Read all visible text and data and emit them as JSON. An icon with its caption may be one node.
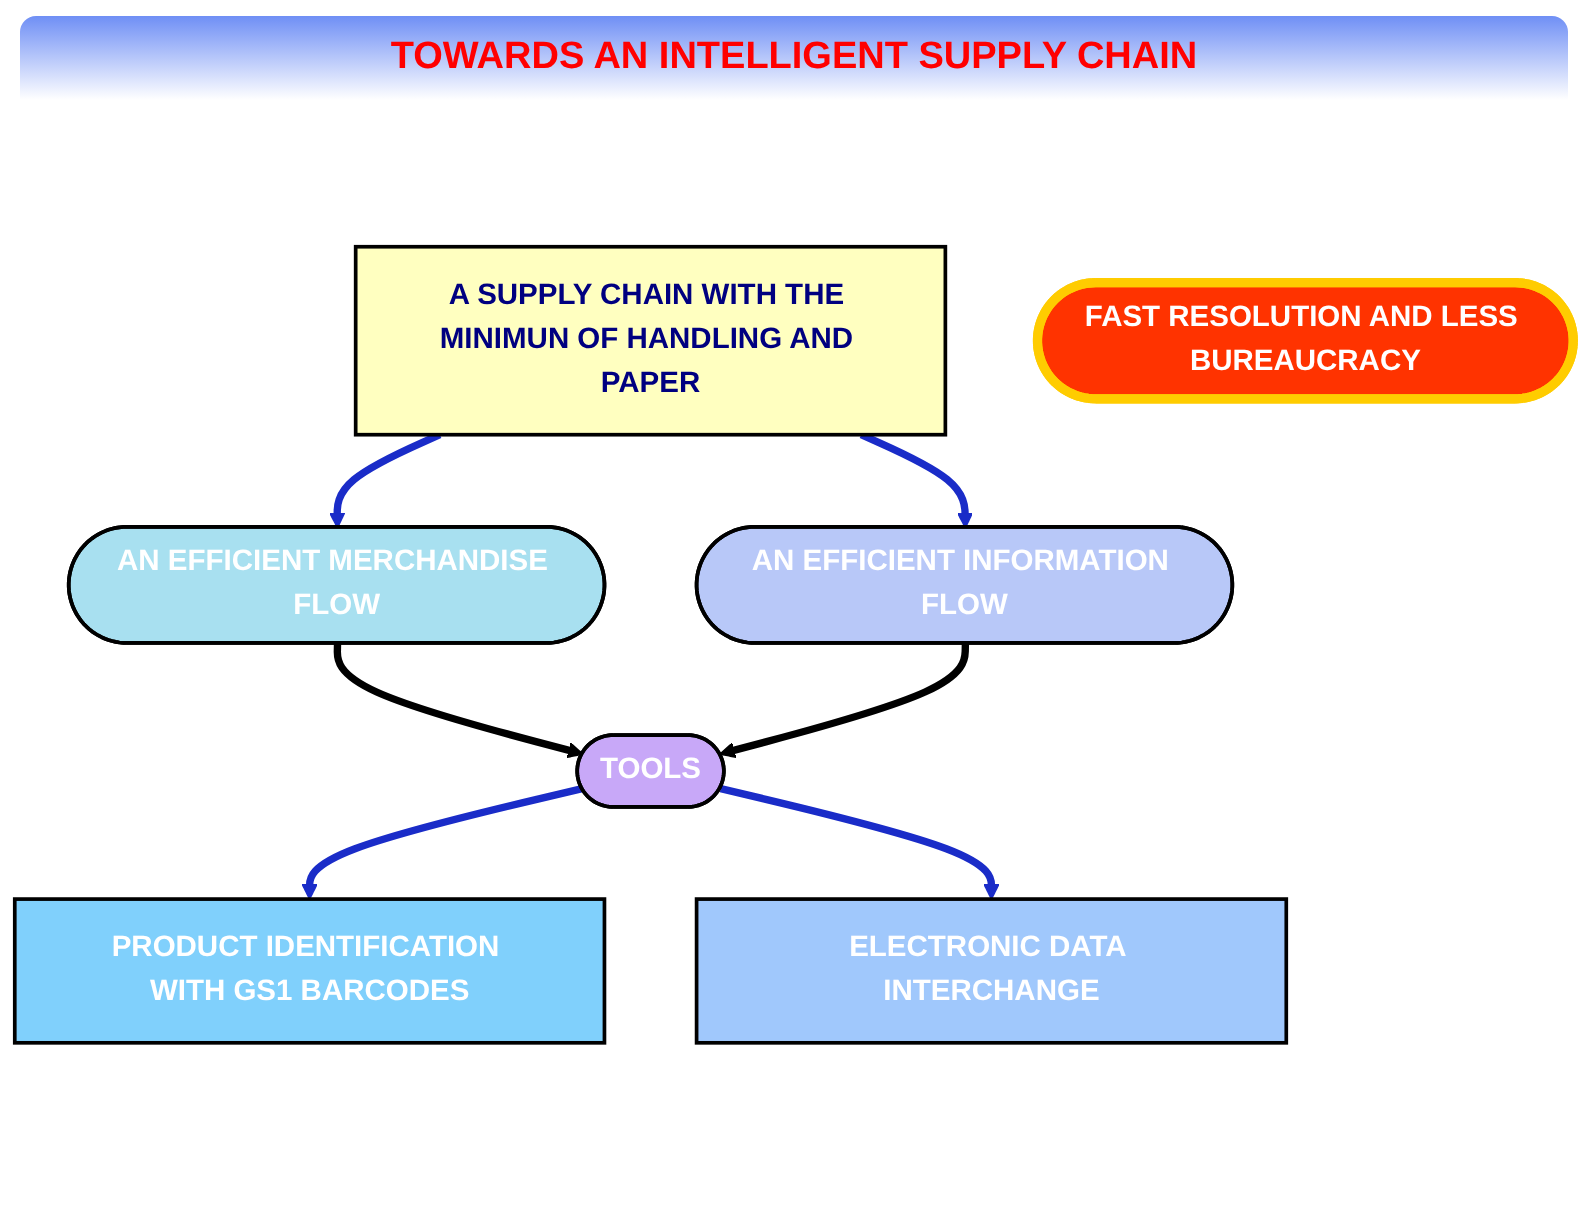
{
  "diagram": {
    "title": "TOWARDS AN INTELLIGENT SUPPLY CHAIN",
    "nodes": [
      {
        "text": [
          "A SUPPLY CHAIN WITH THE MINIMUN OF HANDLING AND PAPER"
        ]
      },
      {
        "text": [
          "AN EFFICIENT MERCHANDISE FLOW"
        ]
      },
      {
        "text": [
          "AN EFFICIENT INFORMATION FLOW"
        ]
      },
      {
        "text": [
          "TOOLS"
        ]
      },
      {
        "text": [
          "PRODUCT IDENTIFICATION WITH GS1 BARCODES"
        ]
      },
      {
        "text": [
          "ELECTRONIC DATA INTERCHANGE"
        ]
      },
      {
        "text": [
          "FAST RESOLUTION AND LESS BUREAUCRACY"
        ]
      }
    ],
    "edges": [
      {
        "from": 0,
        "to": 1,
        "arrow": "to"
      },
      {
        "from": 0,
        "to": 2,
        "arrow": "to"
      },
      {
        "from": 1,
        "to": 3,
        "arrow": "to",
        "color": "#000000"
      },
      {
        "from": 2,
        "to": 3,
        "arrow": "to",
        "color": "#000000"
      },
      {
        "from": 3,
        "to": 4,
        "arrow": "to"
      },
      {
        "from": 3,
        "to": 5,
        "arrow": "to"
      }
    ]
  }
}
